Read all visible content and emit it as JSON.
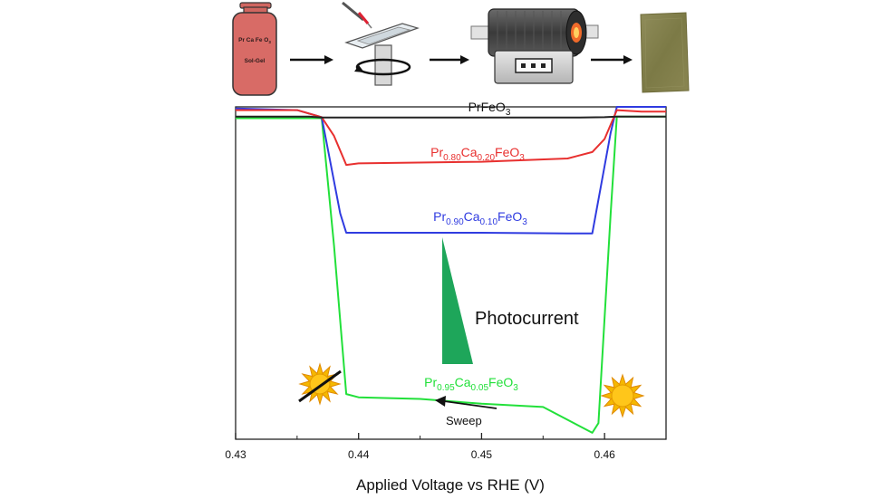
{
  "schematic": {
    "bottle_label_line1": "Pr Ca Fe O",
    "bottle_label_sub": "3",
    "bottle_label_line2": "Sol-Gel"
  },
  "chart_data": {
    "type": "line",
    "xlabel": "Applied Voltage vs RHE (V)",
    "ylabel": "",
    "xlim": [
      0.43,
      0.465
    ],
    "ylim": [
      -1.0,
      0.03
    ],
    "xticks": [
      "0.43",
      "0.44",
      "0.45",
      "0.46"
    ],
    "grid": false,
    "series": [
      {
        "name": "PrFeO3",
        "label_parts": [
          [
            "PrFeO",
            "n"
          ],
          [
            "3",
            "sub"
          ]
        ],
        "color": "#222222",
        "x": [
          0.43,
          0.436,
          0.437,
          0.44,
          0.45,
          0.458,
          0.46,
          0.461,
          0.465
        ],
        "y": [
          0.0,
          0.0,
          -0.003,
          -0.003,
          -0.003,
          -0.003,
          -0.002,
          0.0,
          0.0
        ]
      },
      {
        "name": "Pr0.80Ca0.20FeO3",
        "label_parts": [
          [
            "Pr",
            "n"
          ],
          [
            "0.80",
            "sub"
          ],
          [
            "Ca",
            "n"
          ],
          [
            "0.20",
            "sub"
          ],
          [
            "FeO",
            "n"
          ],
          [
            "3",
            "sub"
          ]
        ],
        "color": "#e8302f",
        "x": [
          0.43,
          0.435,
          0.437,
          0.438,
          0.439,
          0.44,
          0.45,
          0.457,
          0.459,
          0.46,
          0.461,
          0.463,
          0.465
        ],
        "y": [
          0.02,
          0.02,
          -0.002,
          -0.06,
          -0.15,
          -0.145,
          -0.14,
          -0.13,
          -0.11,
          -0.07,
          0.02,
          0.015,
          0.015
        ]
      },
      {
        "name": "Pr0.90Ca0.10FeO3",
        "label_parts": [
          [
            "Pr",
            "n"
          ],
          [
            "0.90",
            "sub"
          ],
          [
            "Ca",
            "n"
          ],
          [
            "0.10",
            "sub"
          ],
          [
            "FeO",
            "n"
          ],
          [
            "3",
            "sub"
          ]
        ],
        "color": "#2f3be0",
        "x": [
          0.43,
          0.435,
          0.437,
          0.4385,
          0.439,
          0.44,
          0.45,
          0.457,
          0.459,
          0.4605,
          0.461,
          0.465
        ],
        "y": [
          0.025,
          0.02,
          -0.002,
          -0.3,
          -0.36,
          -0.36,
          -0.36,
          -0.362,
          -0.362,
          -0.05,
          0.03,
          0.03
        ]
      },
      {
        "name": "Pr0.95Ca0.05FeO3",
        "label_parts": [
          [
            "Pr",
            "n"
          ],
          [
            "0.95",
            "sub"
          ],
          [
            "Ca",
            "n"
          ],
          [
            "0.05",
            "sub"
          ],
          [
            "FeO",
            "n"
          ],
          [
            "3",
            "sub"
          ]
        ],
        "color": "#22e03a",
        "x": [
          0.43,
          0.435,
          0.437,
          0.438,
          0.439,
          0.44,
          0.445,
          0.45,
          0.455,
          0.459,
          0.4595,
          0.4605,
          0.461,
          0.465
        ],
        "y": [
          -0.005,
          -0.005,
          -0.005,
          -0.4,
          -0.86,
          -0.87,
          -0.875,
          -0.89,
          -0.9,
          -0.98,
          -0.95,
          -0.3,
          0.0,
          0.0
        ]
      }
    ],
    "annotations": {
      "photocurrent": "Photocurrent",
      "sweep": "Sweep"
    }
  }
}
